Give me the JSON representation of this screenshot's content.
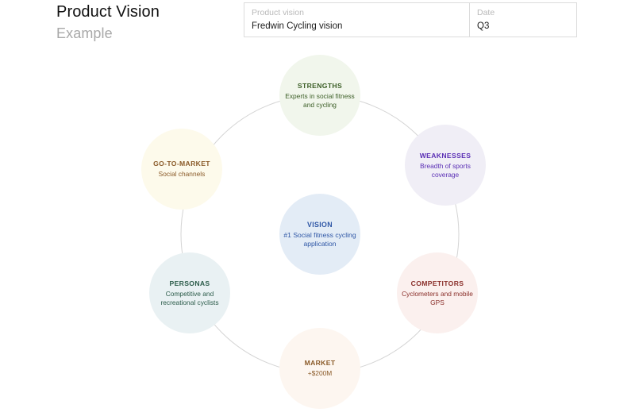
{
  "header": {
    "title": "Product Vision",
    "subtitle": "Example"
  },
  "meta_table": {
    "columns": [
      {
        "label": "Product vision",
        "value": "Fredwin Cycling vision"
      },
      {
        "label": "Date",
        "value": "Q3"
      }
    ]
  },
  "diagram": {
    "center": {
      "id": "vision",
      "title": "VISION",
      "desc": "#1 Social fitness cycling application",
      "fill": "#e3ecf6",
      "text": "#2f57a6"
    },
    "nodes": [
      {
        "id": "strengths",
        "title": "STRENGTHS",
        "desc": "Experts in social fitness and cycling",
        "fill": "#f1f6ec",
        "text": "#3b5e26"
      },
      {
        "id": "weaknesses",
        "title": "WEAKNESSES",
        "desc": "Breadth of sports coverage",
        "fill": "#f0eef6",
        "text": "#5b30b5"
      },
      {
        "id": "competitors",
        "title": "COMPETITORS",
        "desc": "Cyclometers and mobile GPS",
        "fill": "#fbf0ee",
        "text": "#8a2f2a"
      },
      {
        "id": "market",
        "title": "MARKET",
        "desc": "+$200M",
        "fill": "#fdf6f0",
        "text": "#8a5a28"
      },
      {
        "id": "personas",
        "title": "PERSONAS",
        "desc": "Competitive and recreational cyclists",
        "fill": "#e9f1f3",
        "text": "#2c5c4a"
      },
      {
        "id": "go-to-market",
        "title": "GO-TO-MARKET",
        "desc": "Social channels",
        "fill": "#fdfaeb",
        "text": "#8a5a28"
      }
    ],
    "ring_color": "#d4d4d4"
  }
}
